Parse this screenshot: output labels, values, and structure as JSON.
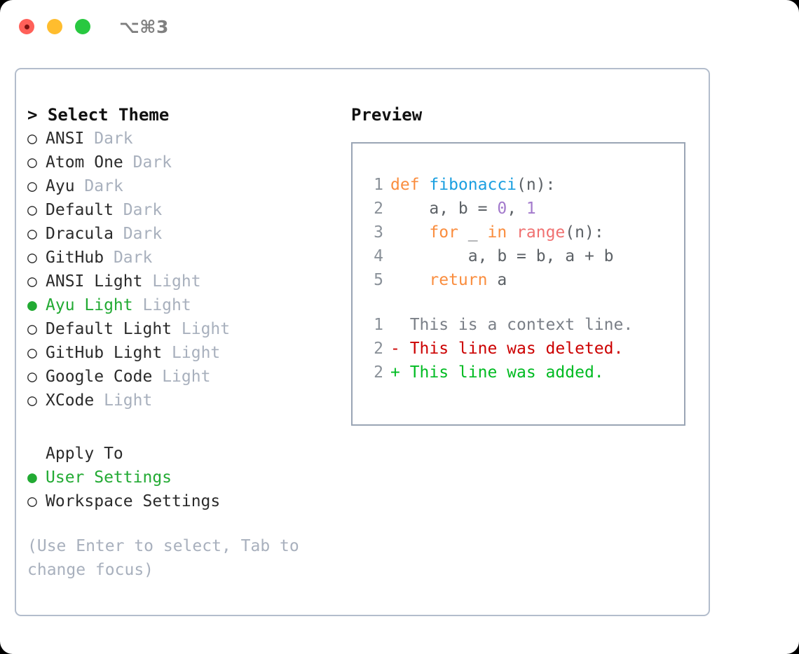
{
  "window": {
    "shortcut": "⌥⌘3",
    "traffic_lights": [
      {
        "name": "close",
        "color": "#ff6059"
      },
      {
        "name": "minimize",
        "color": "#ffbd2e"
      },
      {
        "name": "maximize",
        "color": "#28c840"
      }
    ]
  },
  "theme_picker": {
    "header_caret": ">",
    "header": "Select Theme",
    "marker_selected": "●",
    "marker_unselected": "○",
    "options": [
      {
        "label": "ANSI",
        "suffix": "Dark",
        "selected": false
      },
      {
        "label": "Atom One",
        "suffix": "Dark",
        "selected": false
      },
      {
        "label": "Ayu",
        "suffix": "Dark",
        "selected": false
      },
      {
        "label": "Default",
        "suffix": "Dark",
        "selected": false
      },
      {
        "label": "Dracula",
        "suffix": "Dark",
        "selected": false
      },
      {
        "label": "GitHub",
        "suffix": "Dark",
        "selected": false
      },
      {
        "label": "ANSI Light",
        "suffix": "Light",
        "selected": false
      },
      {
        "label": "Ayu Light",
        "suffix": "Light",
        "selected": true
      },
      {
        "label": "Default Light",
        "suffix": "Light",
        "selected": false
      },
      {
        "label": "GitHub Light",
        "suffix": "Light",
        "selected": false
      },
      {
        "label": "Google Code",
        "suffix": "Light",
        "selected": false
      },
      {
        "label": "XCode",
        "suffix": "Light",
        "selected": false
      }
    ]
  },
  "apply_to": {
    "header": "Apply To",
    "options": [
      {
        "label": "User Settings",
        "selected": true
      },
      {
        "label": "Workspace Settings",
        "selected": false
      }
    ]
  },
  "hint": "(Use Enter to select, Tab to change focus)",
  "preview": {
    "title": "Preview",
    "code_lines": [
      {
        "no": "1",
        "tokens": [
          {
            "t": "def ",
            "c": "kw"
          },
          {
            "t": "fibonacci",
            "c": "fn"
          },
          {
            "t": "(n):",
            "c": "punc"
          }
        ]
      },
      {
        "no": "2",
        "tokens": [
          {
            "t": "    a, b = ",
            "c": "id"
          },
          {
            "t": "0",
            "c": "num"
          },
          {
            "t": ", ",
            "c": "punc"
          },
          {
            "t": "1",
            "c": "num"
          }
        ]
      },
      {
        "no": "3",
        "tokens": [
          {
            "t": "    ",
            "c": "id"
          },
          {
            "t": "for",
            "c": "kw"
          },
          {
            "t": " _ ",
            "c": "id"
          },
          {
            "t": "in",
            "c": "kw"
          },
          {
            "t": " ",
            "c": "id"
          },
          {
            "t": "range",
            "c": "bi"
          },
          {
            "t": "(n):",
            "c": "punc"
          }
        ]
      },
      {
        "no": "4",
        "tokens": [
          {
            "t": "        a, b = b, a + b",
            "c": "id"
          }
        ]
      },
      {
        "no": "5",
        "tokens": [
          {
            "t": "    ",
            "c": "id"
          },
          {
            "t": "return",
            "c": "kw"
          },
          {
            "t": " a",
            "c": "id"
          }
        ]
      }
    ],
    "diff_lines": [
      {
        "no": "1",
        "tokens": [
          {
            "t": "  This is a context line.",
            "c": "ctx"
          }
        ]
      },
      {
        "no": "2",
        "tokens": [
          {
            "t": "- This line was deleted.",
            "c": "del"
          }
        ]
      },
      {
        "no": "2",
        "tokens": [
          {
            "t": "+ This line was added.",
            "c": "add"
          }
        ]
      }
    ]
  }
}
